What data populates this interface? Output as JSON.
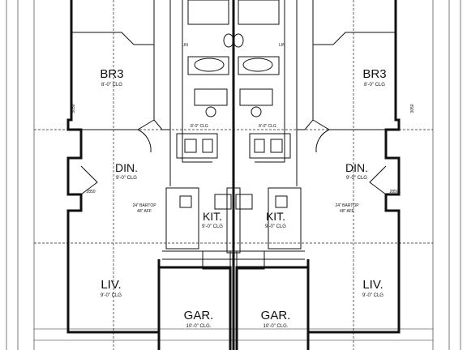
{
  "plan": {
    "left": {
      "br3": "BR3",
      "br3_clg": "8'-0\" CLG",
      "din": "DIN.",
      "din_clg": "9'-0\" CLG",
      "kit": "KIT.",
      "kit_clg": "9'-0\" CLG",
      "liv": "LIV.",
      "liv_clg": "9'-0\" CLG",
      "gar": "GAR.",
      "gar_clg": "10'-0\" CLG.",
      "bartop": "24\" BARTOP",
      "bartop_aff": "48\" AFF",
      "window_3050": "3050",
      "window_2850": "2850",
      "bath_clg": "8'-0\" CLG",
      "lin": "LIN"
    },
    "right": {
      "br3": "BR3",
      "br3_clg": "8'-0\" CLG",
      "din": "DIN.",
      "din_clg": "9'-0\" CLG",
      "kit": "KIT.",
      "kit_clg": "9'-0\" CLG",
      "liv": "LIV.",
      "liv_clg": "9'-0\" CLG",
      "gar": "GAR.",
      "gar_clg": "10'-0\" CLG.",
      "bartop": "24\" BARTOP",
      "bartop_aff": "48\" AFF",
      "window_3050": "3050",
      "window_2850": "2850",
      "bath_clg": "8'-0\" CLG",
      "lin": "LIN"
    }
  }
}
